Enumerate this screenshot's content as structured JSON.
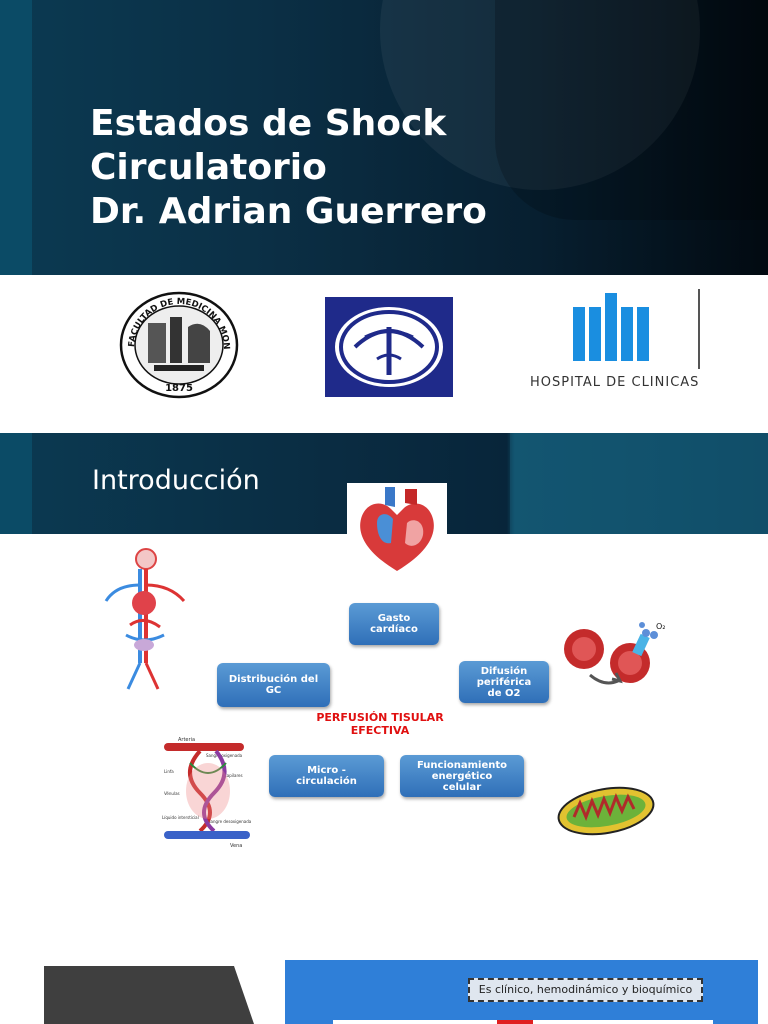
{
  "slide1": {
    "title_lines": [
      "Estados de Shock",
      "Circulatorio",
      "Dr. Adrian Guerrero"
    ],
    "logo_faculty": {
      "ring_text": "FACULTAD DE MEDICINA MONTEVIDEO",
      "year": "1875"
    },
    "logo_hospital": {
      "name": "HOSPITAL DE CLINICAS"
    }
  },
  "slide2": {
    "title": "Introducción",
    "boxes": {
      "gasto": "Gasto\ncardíaco",
      "distribucion": "Distribución del\nGC",
      "difusion": "Difusión\nperiférica\nde  O2",
      "micro": "Micro -\ncirculación",
      "funcionamiento": "Funcionamiento\nenergético\ncelular"
    },
    "center_label": "PERFUSIÓN TISULAR\nEFECTIVA",
    "o2_label": "O₂",
    "vessel_labels": [
      "Arteria",
      "Sangre oxigenada",
      "Capilares",
      "Linfa",
      "Vénulas",
      "Líquido intersticial",
      "Sangre desoxigenada",
      "Vena"
    ]
  },
  "slide3": {
    "box_text": "Es clínico, hemodinámico y bioquímico"
  },
  "colors": {
    "hero_dark": "#071f30",
    "box_blue": "#2f6fb8",
    "accent_red": "#e01010",
    "panel_blue": "#2f7fd8"
  }
}
